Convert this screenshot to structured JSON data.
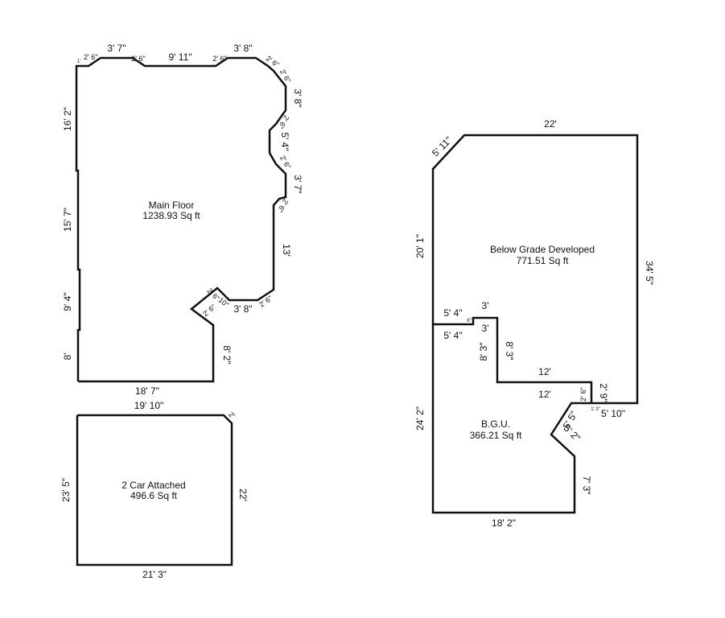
{
  "rooms": {
    "main_floor": {
      "name": "Main Floor",
      "area": "1238.93 Sq ft"
    },
    "garage": {
      "name": "2 Car Attached",
      "area": "496.6 Sq ft"
    },
    "below_grade": {
      "name": "Below Grade Developed",
      "area": "771.51 Sq ft"
    },
    "bgu": {
      "name": "B.G.U.",
      "area": "366.21 Sq ft"
    }
  },
  "dims": {
    "mf_top_1": "1'",
    "mf_top_2": "2' 6\"",
    "mf_top_3": "3' 7\"",
    "mf_top_4": "2' 6\"",
    "mf_top_5": "9' 11\"",
    "mf_top_6": "2' 6\"",
    "mf_top_7": "3' 8\"",
    "mf_top_8": "2' 6\"",
    "mf_right_1": "2' 6\"",
    "mf_right_2": "3' 8\"",
    "mf_right_3": "2' 6\"",
    "mf_right_4": "5' 4\"",
    "mf_right_5": "2' 6\"",
    "mf_right_6": "3' 7\"",
    "mf_right_7": "2' 6\"",
    "mf_right_8": "13'",
    "mf_notch_1": "2' 6\"",
    "mf_notch_2": "3' 8\"",
    "mf_notch_3": "10\"",
    "mf_notch_4": "2' 6\"",
    "mf_notch_5": "2' 6\"",
    "mf_notch_6": "8' 2\"",
    "mf_left_1": "16' 2\"",
    "mf_left_2": "15' 7\"",
    "mf_left_3": "9' 4\"",
    "mf_left_4": "8'",
    "mf_bottom": "18' 7\"",
    "g_top": "19' 10\"",
    "g_corner": "2'",
    "g_left": "23' 5\"",
    "g_right": "22'",
    "g_bottom": "21' 3\"",
    "bg_diag": "5' 11\"",
    "bg_top": "22'",
    "bg_left": "20' 1\"",
    "bg_right": "34' 5\"",
    "bg_int_1": "5' 4\"",
    "bg_int_2": "3'",
    "bg_int_3": "6\"",
    "bg_int_4": "5' 4\"",
    "bg_int_5": "3'",
    "bg_int_6": "8' 3\"",
    "bg_int_7": "8' 3\"",
    "bg_int_8": "12'",
    "bg_int_9": "12'",
    "bg_int_10": "2' 9\"",
    "bg_int_11": "2' 6\"",
    "bg_int_12": "5' 10\"",
    "bg_int_13": "1' 3\"",
    "bgu_left": "24' 2\"",
    "bgu_notch_1": "5' 5\"",
    "bgu_notch_2": "5' 2\"",
    "bgu_right": "7' 3\"",
    "bgu_bottom": "18' 2\""
  }
}
